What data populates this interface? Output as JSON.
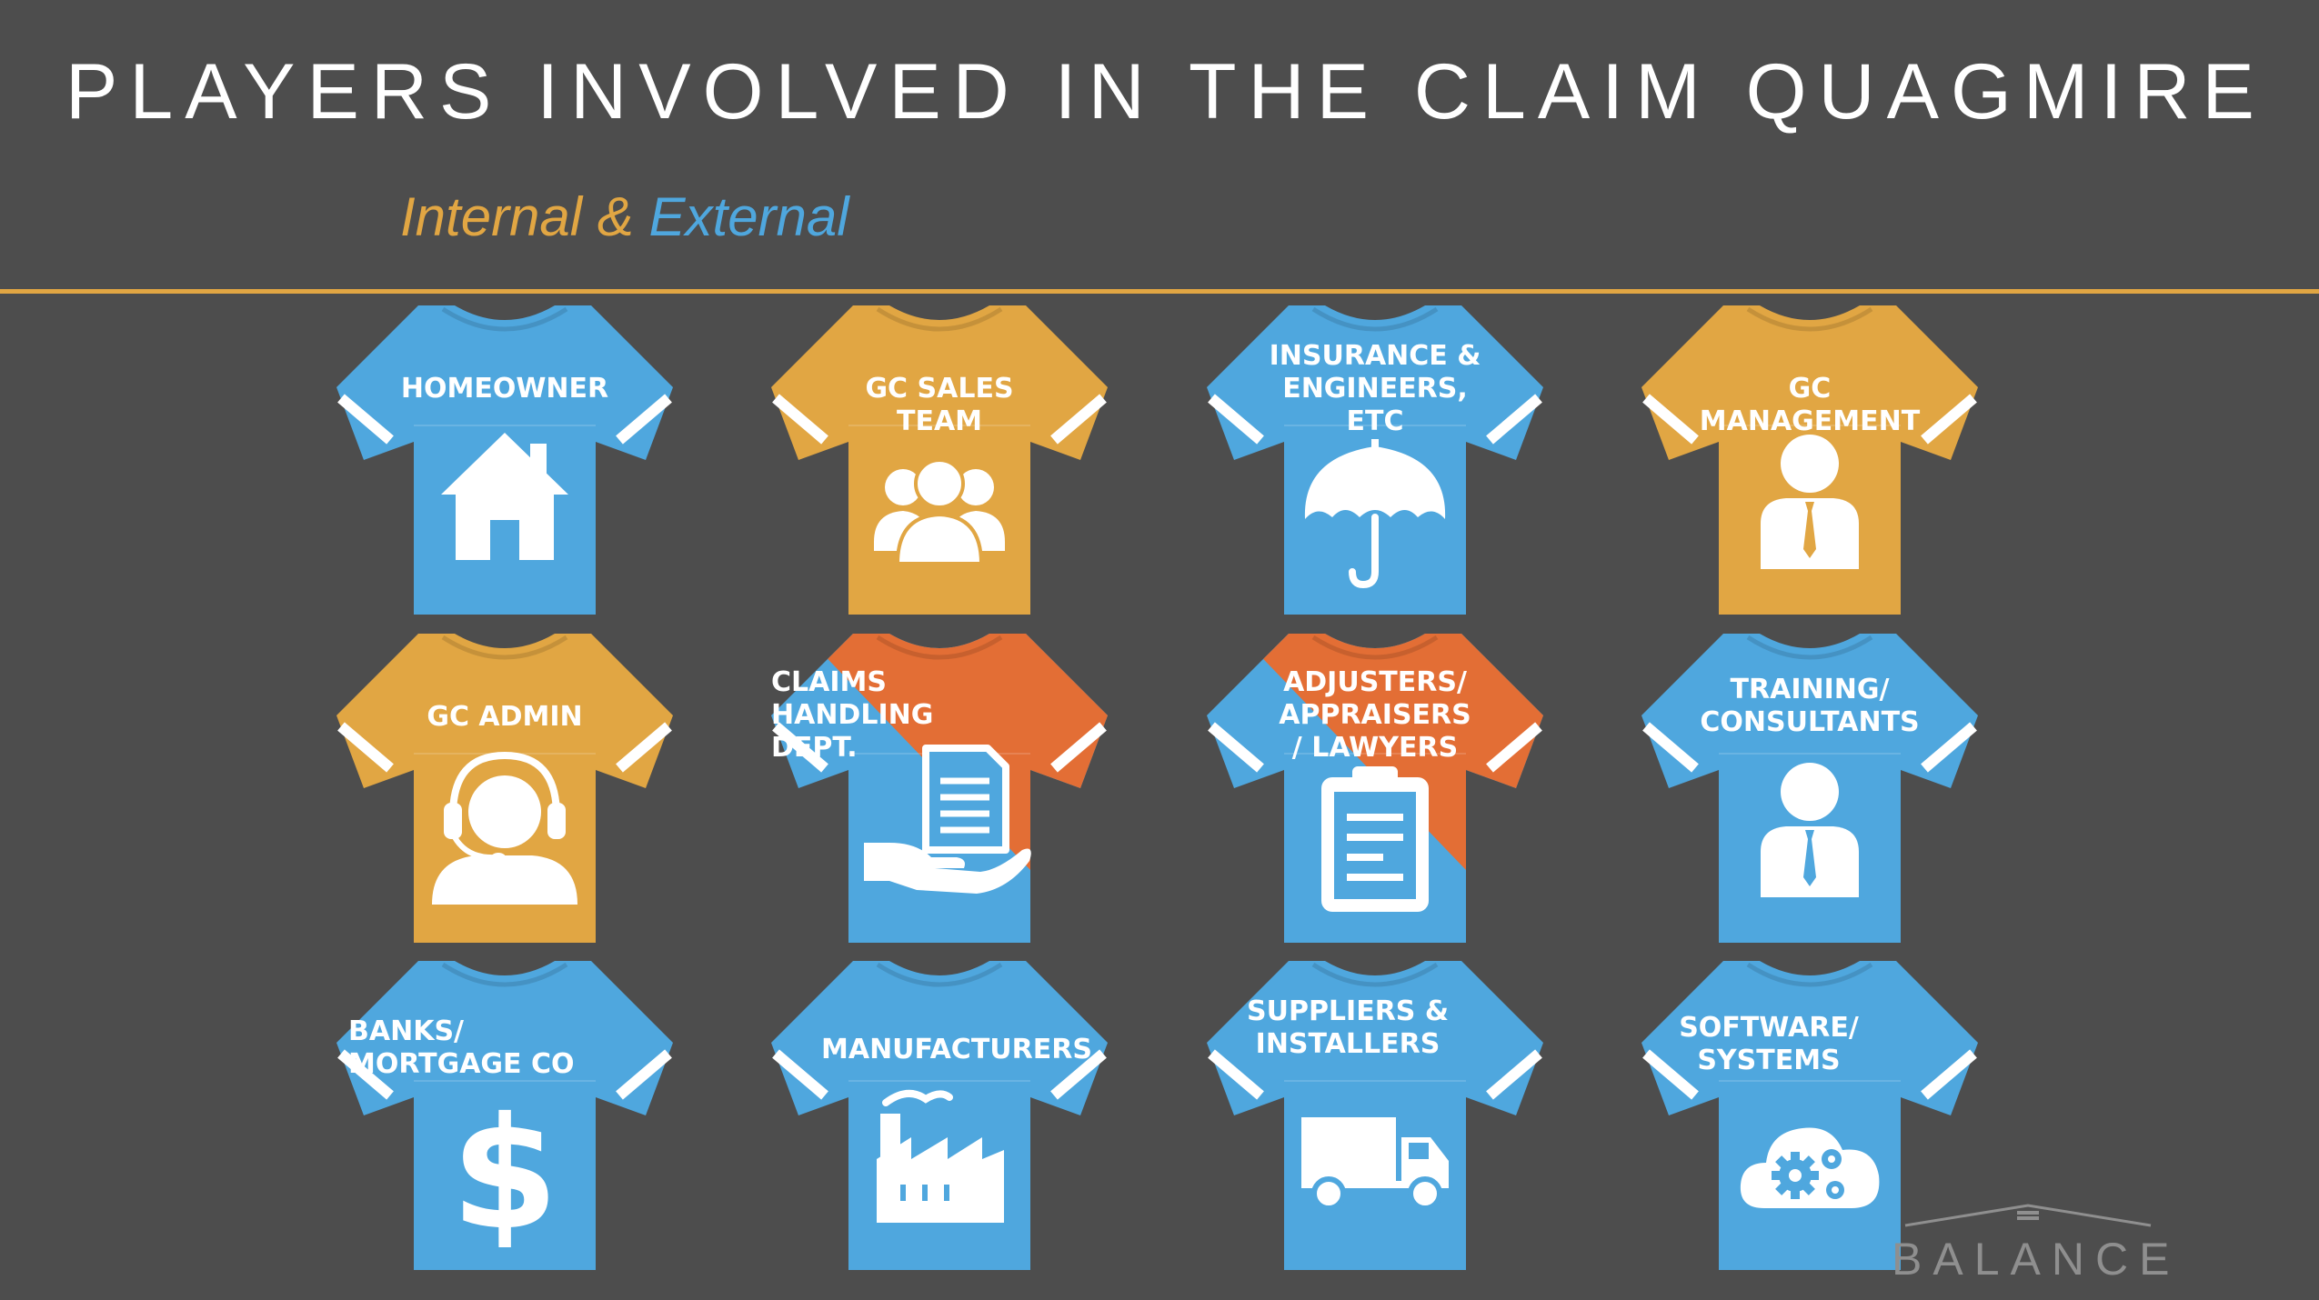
{
  "header": {
    "title": "PLAYERS INVOLVED IN THE  CLAIM QUAGMIRE",
    "subtitle_internal": "Internal",
    "subtitle_amp": " & ",
    "subtitle_external": "External"
  },
  "colors": {
    "background": "#4d4d4d",
    "blue": "#4fa7de",
    "gold": "#e1a643",
    "orange": "#e36e35",
    "rule": "#e1a643",
    "white": "#ffffff"
  },
  "shirts": [
    {
      "label": "HOMEOWNER",
      "icon": "house-icon",
      "color": "blue"
    },
    {
      "label": "GC SALES\nTEAM",
      "icon": "group-icon",
      "color": "gold"
    },
    {
      "label": "INSURANCE &\nENGINEERS, ETC",
      "icon": "umbrella-icon",
      "color": "blue"
    },
    {
      "label": "GC MANAGEMENT",
      "icon": "manager-icon",
      "color": "gold"
    },
    {
      "label": "GC ADMIN",
      "icon": "headset-icon",
      "color": "gold"
    },
    {
      "label": "CLAIMS\nHANDLING\nDEPT.",
      "icon": "document-hand-icon",
      "color": "blue-orange"
    },
    {
      "label": "ADJUSTERS/\nAPPRAISERS\n/ LAWYERS",
      "icon": "clipboard-icon",
      "color": "blue-orange"
    },
    {
      "label": "TRAINING/\nCONSULTANTS",
      "icon": "consultant-icon",
      "color": "blue"
    },
    {
      "label": "BANKS/\nMORTGAGE CO",
      "icon": "dollar-icon",
      "color": "blue"
    },
    {
      "label": "MANUFACTURERS",
      "icon": "factory-icon",
      "color": "blue"
    },
    {
      "label": "SUPPLIERS &\nINSTALLERS",
      "icon": "truck-icon",
      "color": "blue"
    },
    {
      "label": "SOFTWARE/\nSYSTEMS",
      "icon": "cloud-gears-icon",
      "color": "blue"
    }
  ],
  "logo": {
    "text": "BALANCE"
  }
}
